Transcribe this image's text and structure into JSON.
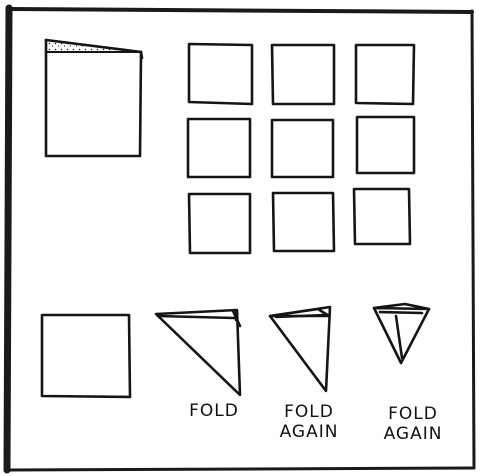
{
  "steps": [
    {
      "lines": [
        "FOLD"
      ]
    },
    {
      "lines": [
        "FOLD",
        "AGAIN"
      ]
    },
    {
      "lines": [
        "FOLD",
        "AGAIN"
      ]
    }
  ]
}
